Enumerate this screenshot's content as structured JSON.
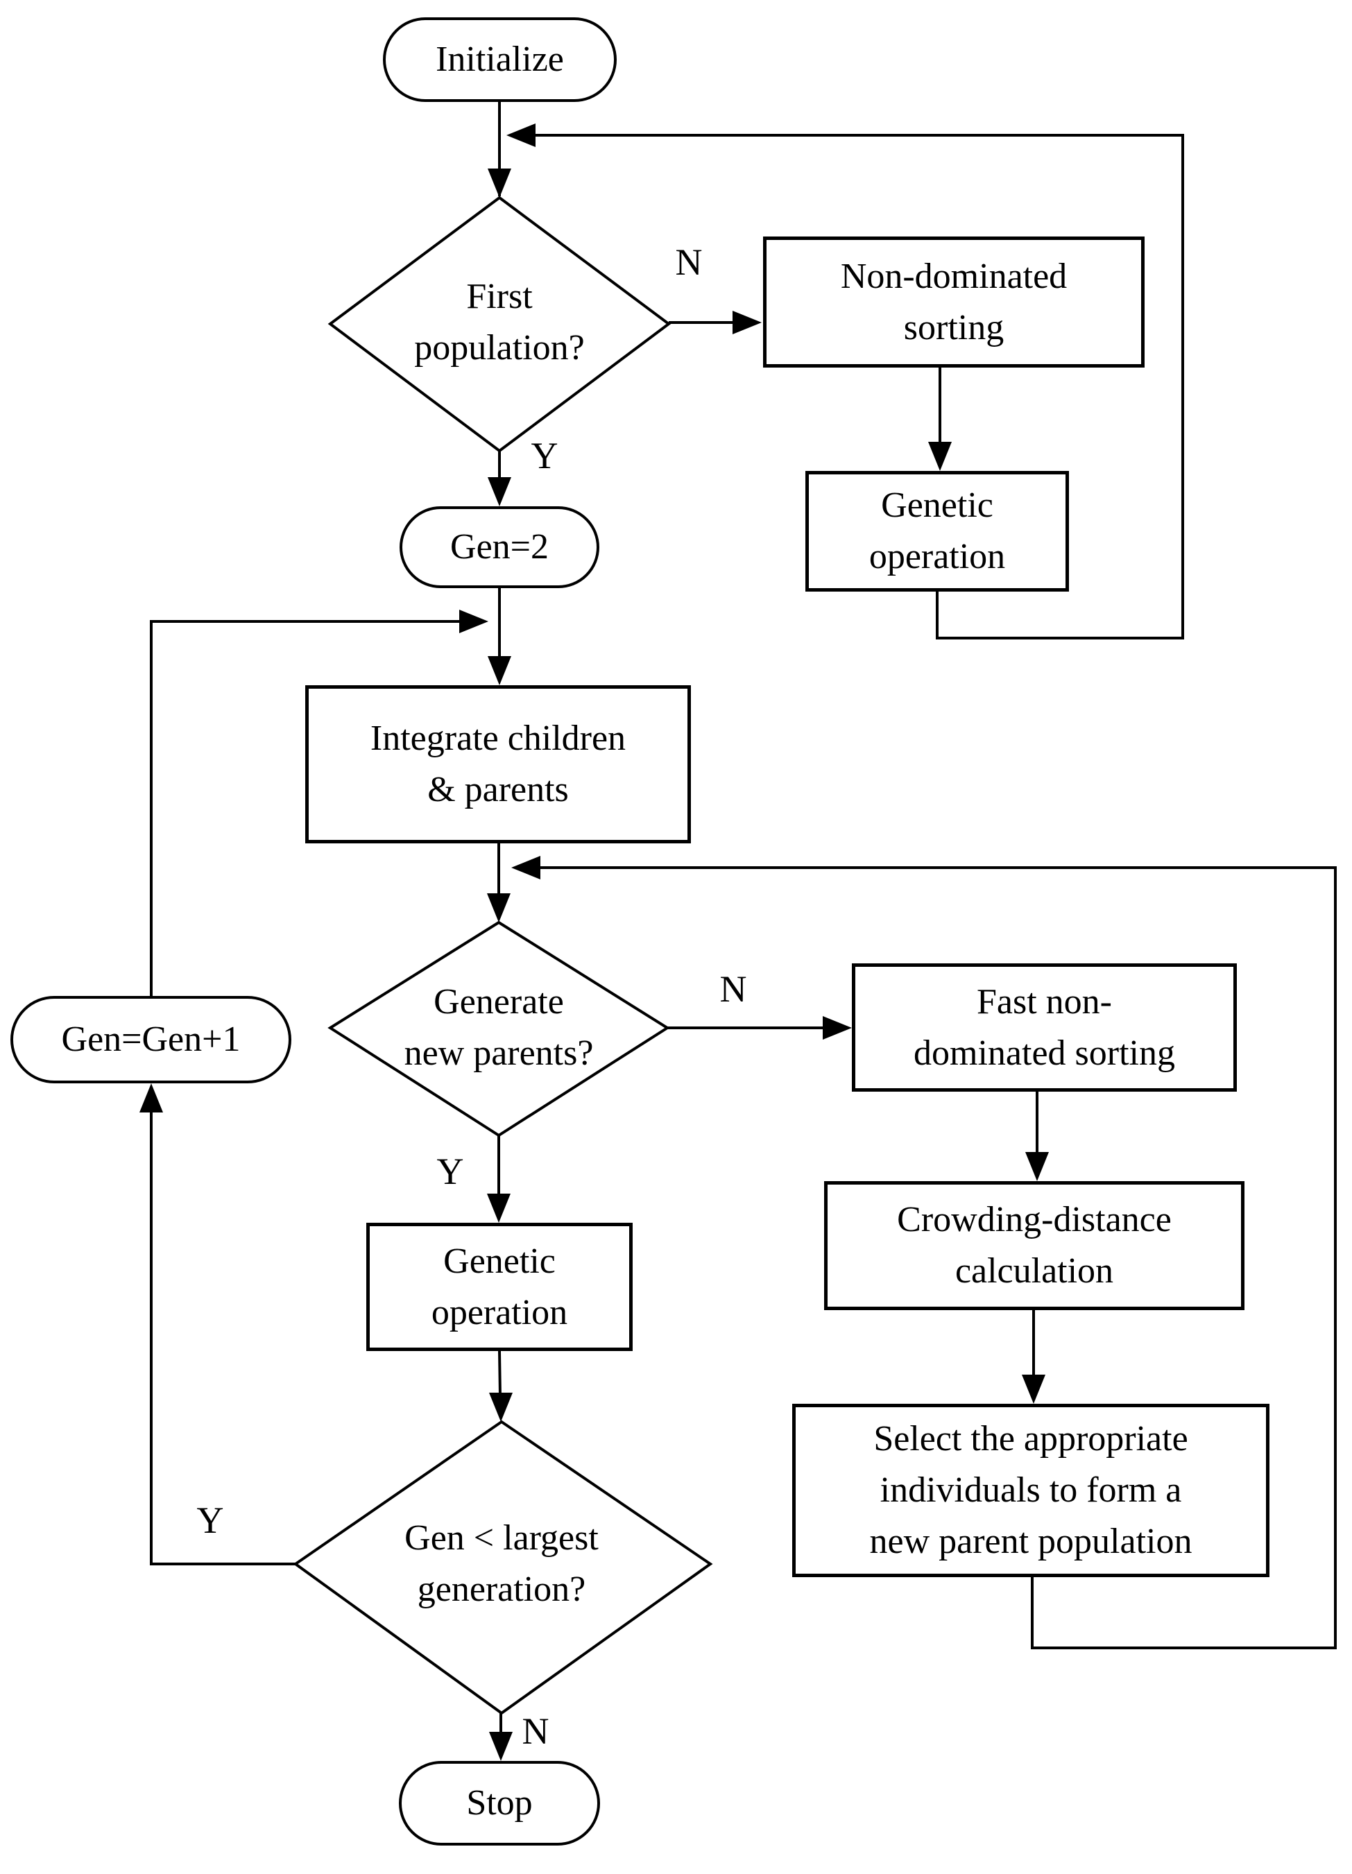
{
  "diagram_type": "flowchart",
  "colors": {
    "line": "#000000",
    "node_fill": "#ffffff",
    "background": "#ffffff",
    "text": "#000000"
  },
  "nodes": {
    "initialize": {
      "type": "terminator",
      "label": "Initialize"
    },
    "first_population": {
      "type": "decision",
      "lines": [
        "First",
        "population?"
      ]
    },
    "non_dominated_sorting": {
      "type": "process",
      "lines": [
        "Non-dominated",
        "sorting"
      ]
    },
    "genetic_operation_top": {
      "type": "process",
      "lines": [
        "Genetic",
        "operation"
      ]
    },
    "gen_2": {
      "type": "terminator",
      "label": "Gen=2"
    },
    "integrate": {
      "type": "process",
      "lines": [
        "Integrate children",
        "& parents"
      ]
    },
    "generate_new_parents": {
      "type": "decision",
      "lines": [
        "Generate",
        "new parents?"
      ]
    },
    "fast_non_dominated": {
      "type": "process",
      "lines": [
        "Fast non-",
        "dominated sorting"
      ]
    },
    "crowding_distance": {
      "type": "process",
      "lines": [
        "Crowding-distance",
        "calculation"
      ]
    },
    "select_individuals": {
      "type": "process",
      "lines": [
        "Select the appropriate",
        "individuals to form a",
        "new parent population"
      ]
    },
    "genetic_operation_mid": {
      "type": "process",
      "lines": [
        "Genetic",
        "operation"
      ]
    },
    "gen_largest": {
      "type": "decision",
      "lines": [
        "Gen < largest",
        "generation?"
      ]
    },
    "gen_increment": {
      "type": "terminator",
      "label": "Gen=Gen+1"
    },
    "stop": {
      "type": "terminator",
      "label": "Stop"
    }
  },
  "edge_labels": {
    "first_population_n": "N",
    "first_population_y": "Y",
    "generate_new_parents_n": "N",
    "generate_new_parents_y": "Y",
    "gen_largest_y": "Y",
    "gen_largest_n": "N"
  }
}
